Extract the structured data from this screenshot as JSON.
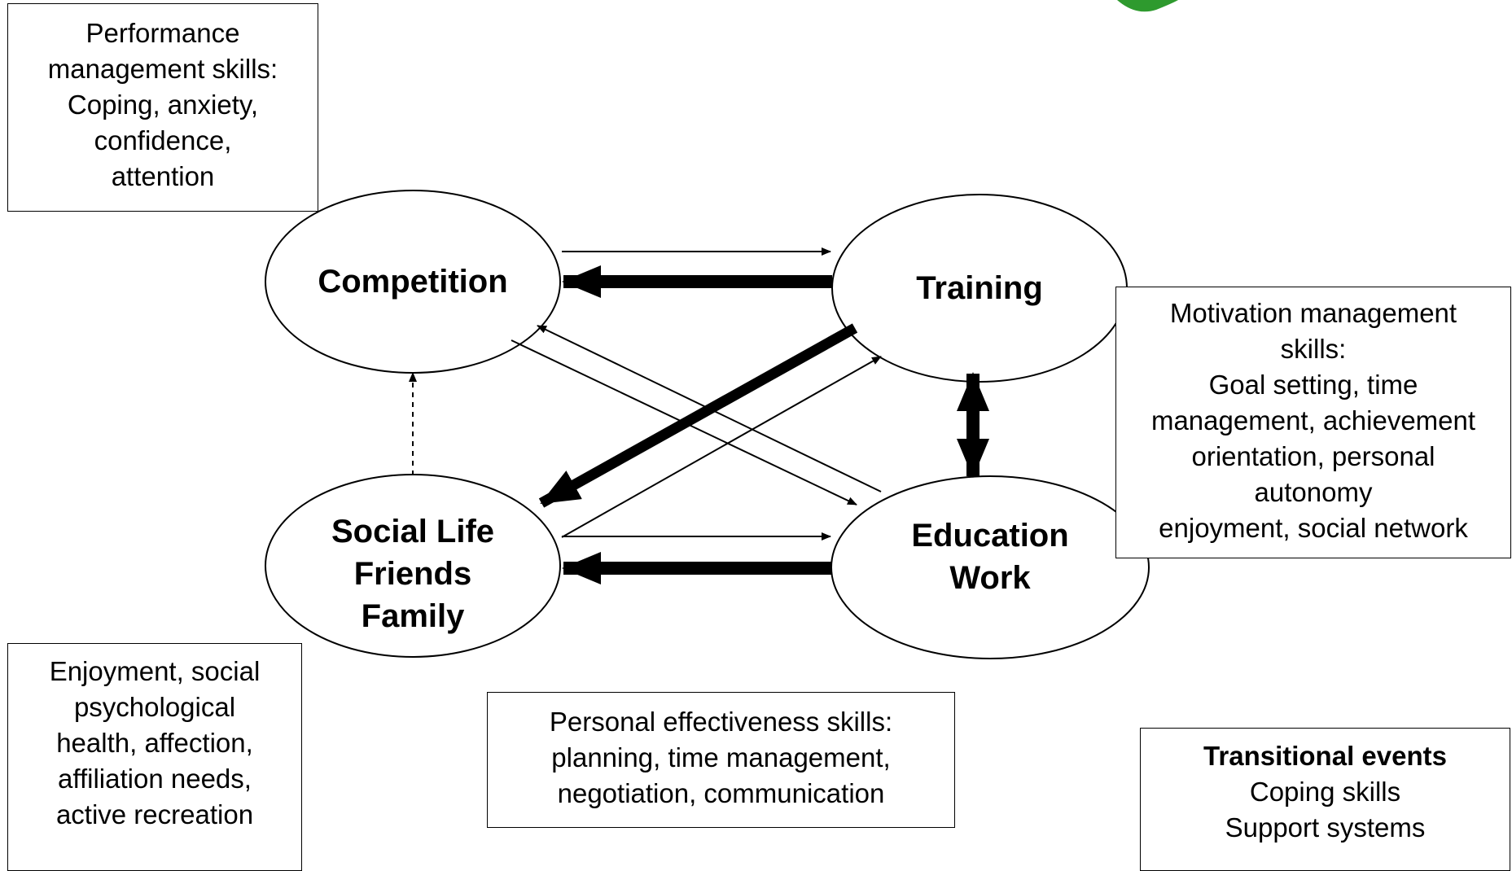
{
  "nodes": {
    "competition": {
      "lines": [
        "Competition"
      ]
    },
    "training": {
      "lines": [
        "Training"
      ]
    },
    "social": {
      "lines": [
        "Social Life",
        "Friends",
        "Family"
      ]
    },
    "education": {
      "lines": [
        "Education",
        "Work"
      ]
    }
  },
  "boxes": {
    "performance": {
      "lines": [
        "Performance",
        "management skills:",
        "Coping, anxiety,",
        "confidence,",
        "attention"
      ]
    },
    "motivation": {
      "lines": [
        "Motivation management",
        "skills:",
        "Goal setting, time",
        "management, achievement",
        "orientation, personal",
        "autonomy",
        "enjoyment, social network"
      ]
    },
    "enjoyment": {
      "lines": [
        "Enjoyment, social",
        "psychological",
        "health, affection,",
        "affiliation needs,",
        "active recreation"
      ]
    },
    "personal": {
      "lines": [
        "Personal effectiveness skills:",
        "planning, time management,",
        "negotiation, communication"
      ]
    },
    "transitional": {
      "title": "Transitional events",
      "lines": [
        "Coping skills",
        "Support systems"
      ]
    }
  },
  "colors": {
    "stroke": "#000000",
    "background": "#ffffff",
    "logo": "#2e9a2e"
  }
}
